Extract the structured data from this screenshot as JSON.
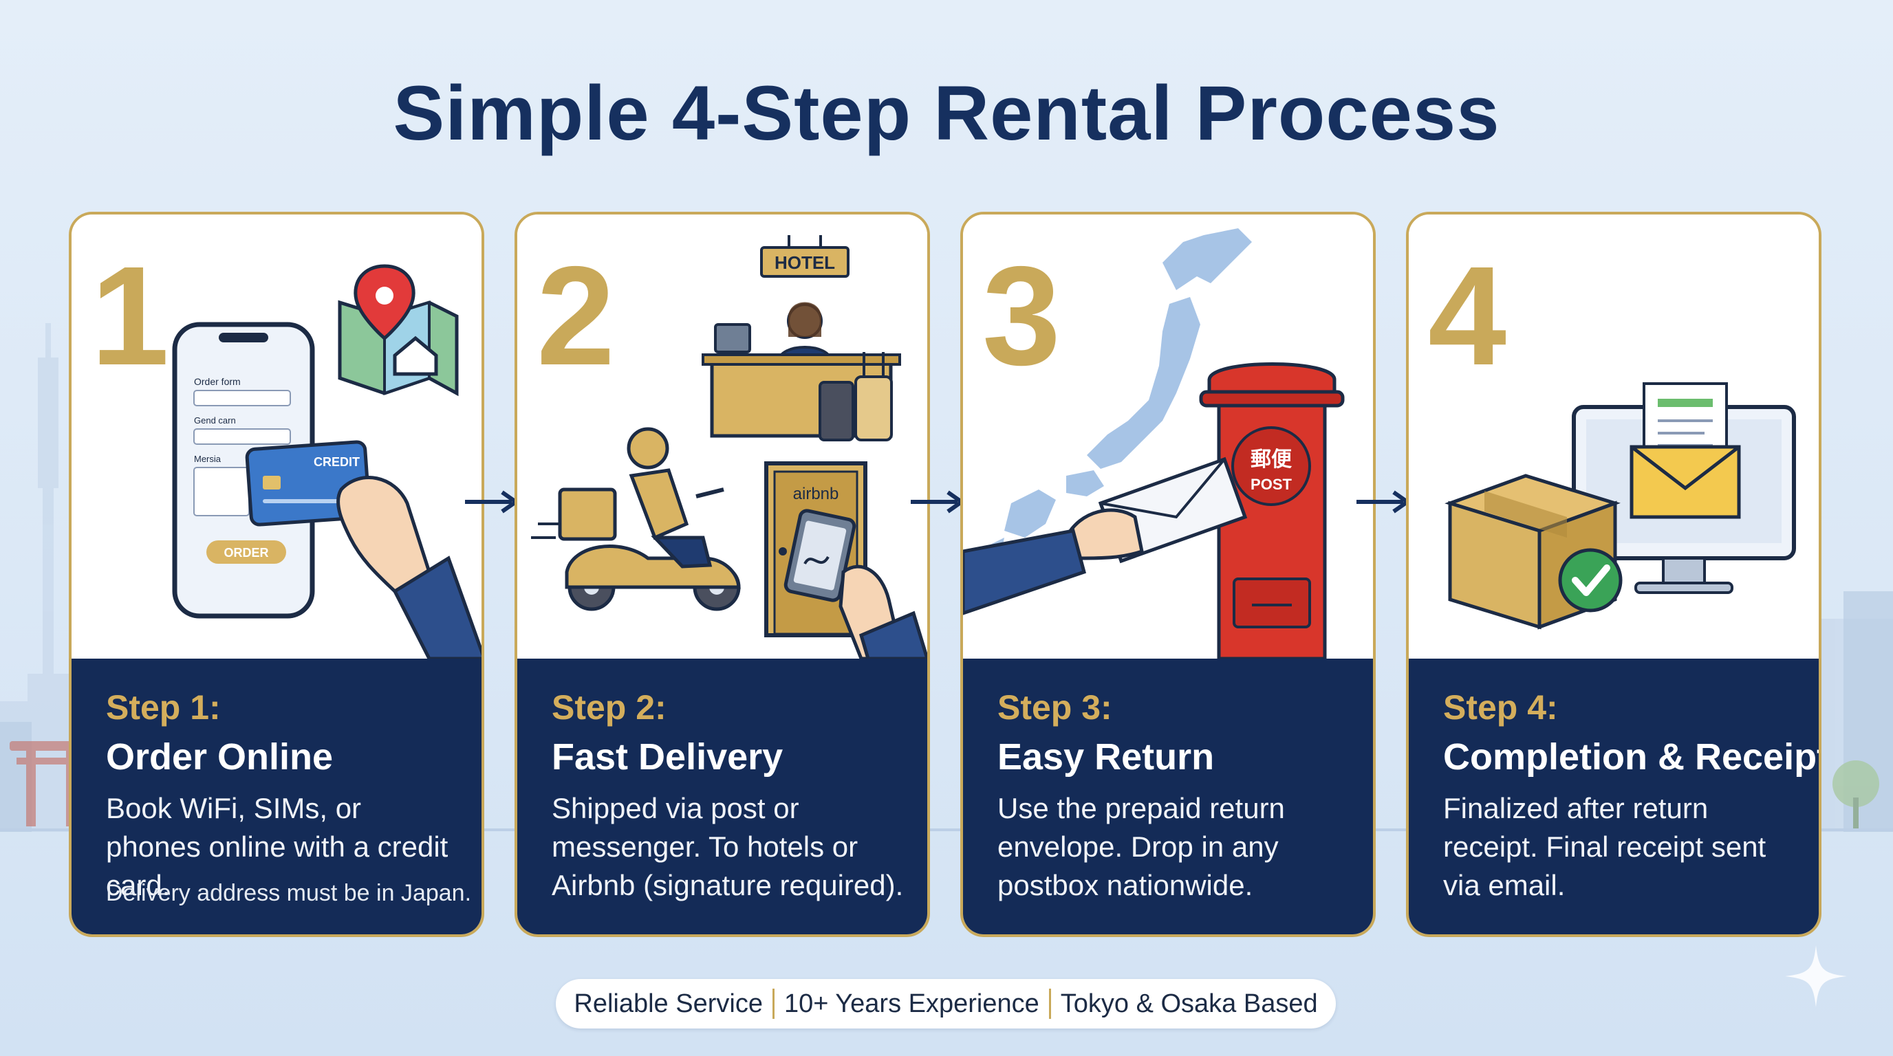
{
  "title": "Simple 4-Step Rental Process",
  "colors": {
    "navy": "#142b57",
    "gold": "#c9a95a",
    "background": "#dbe8f6"
  },
  "steps": [
    {
      "number": "1",
      "label": "Step 1:",
      "title": "Order Online",
      "description": "Book WiFi, SIMs, or phones online with a credit card.",
      "note": "Delivery address must be in Japan.",
      "illustration": {
        "icons": [
          "smartphone-icon",
          "credit-card-icon",
          "map-pin-icon",
          "hand-icon"
        ],
        "form_labels": [
          "Order form",
          "Gend carn",
          "Mersia"
        ],
        "card_label": "CREDIT",
        "button_label": "ORDER"
      }
    },
    {
      "number": "2",
      "label": "Step 2:",
      "title": "Fast Delivery",
      "description": "Shipped via post or messenger. To hotels or Airbnb (signature required).",
      "illustration": {
        "icons": [
          "hotel-reception-icon",
          "scooter-courier-icon",
          "door-icon",
          "tablet-signature-icon"
        ],
        "hotel_sign": "HOTEL",
        "door_label": "airbnb"
      }
    },
    {
      "number": "3",
      "label": "Step 3:",
      "title": "Easy Return",
      "description": "Use the prepaid return envelope. Drop in any postbox nationwide.",
      "illustration": {
        "icons": [
          "japan-map-icon",
          "postbox-icon",
          "envelope-icon",
          "hand-icon"
        ],
        "postbox_kanji": "郵便",
        "postbox_label": "POST"
      }
    },
    {
      "number": "4",
      "label": "Step 4:",
      "title": "Completion & Receipt",
      "description": "Finalized after return receipt. Final receipt sent via email.",
      "illustration": {
        "icons": [
          "package-icon",
          "check-icon",
          "monitor-icon",
          "email-receipt-icon"
        ]
      }
    }
  ],
  "footer": {
    "items": [
      "Reliable Service",
      "10+ Years Experience",
      "Tokyo & Osaka Based"
    ]
  }
}
